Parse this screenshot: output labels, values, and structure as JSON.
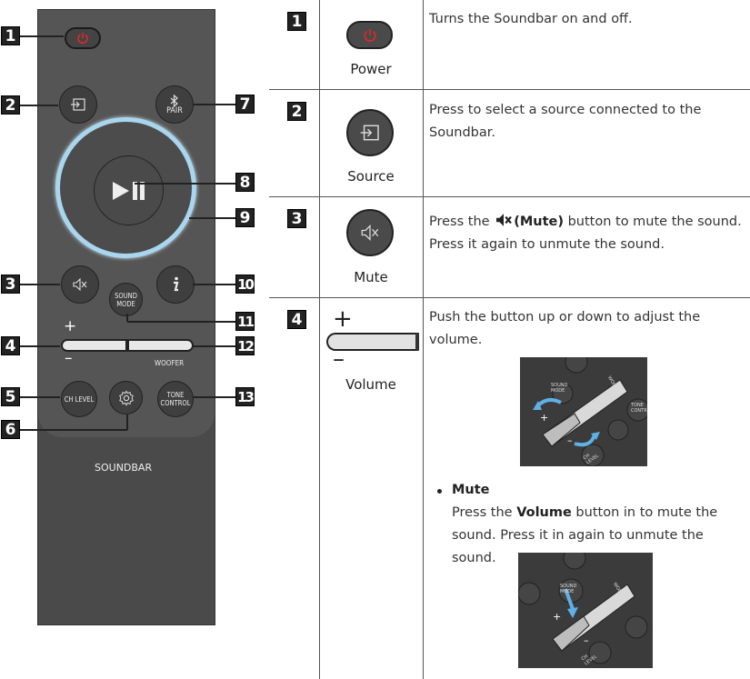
{
  "remote": {
    "pair_label": "PAIR",
    "sound_mode_label_line1": "SOUND",
    "sound_mode_label_line2": "MODE",
    "woofer_label": "WOOFER",
    "ch_level_label": "CH LEVEL",
    "tone_control_label_line1": "TONE",
    "tone_control_label_line2": "CONTROL",
    "brand_label": "SOUNDBAR",
    "plus": "+",
    "minus": "–",
    "callouts": [
      "1",
      "2",
      "3",
      "4",
      "5",
      "6",
      "7",
      "8",
      "9",
      "10",
      "11",
      "12",
      "13"
    ]
  },
  "table": {
    "rows": [
      {
        "num": "1",
        "label": "Power",
        "desc": "Turns the Soundbar on and off."
      },
      {
        "num": "2",
        "label": "Source",
        "desc": "Press to select a source connected to the Soundbar."
      },
      {
        "num": "3",
        "label": "Mute",
        "desc_pre": "Press the ",
        "desc_bold": "(Mute)",
        "desc_post": " button to mute the sound. Press it again to unmute the sound."
      },
      {
        "num": "4",
        "label": "Volume",
        "desc": "Push the button up or down to adjust the volume.",
        "bullet_title": "Mute",
        "bullet_pre": "Press the ",
        "bullet_bold": "Volume",
        "bullet_post": " button in to mute the sound. Press it in again to unmute the sound."
      }
    ],
    "photo_labels": {
      "sound_mode": "SOUND MODE",
      "woofer": "WOOFER",
      "tone_control": "TONE CONTROL",
      "ch_level": "CH LEVEL",
      "plus": "+",
      "minus": "–"
    }
  }
}
